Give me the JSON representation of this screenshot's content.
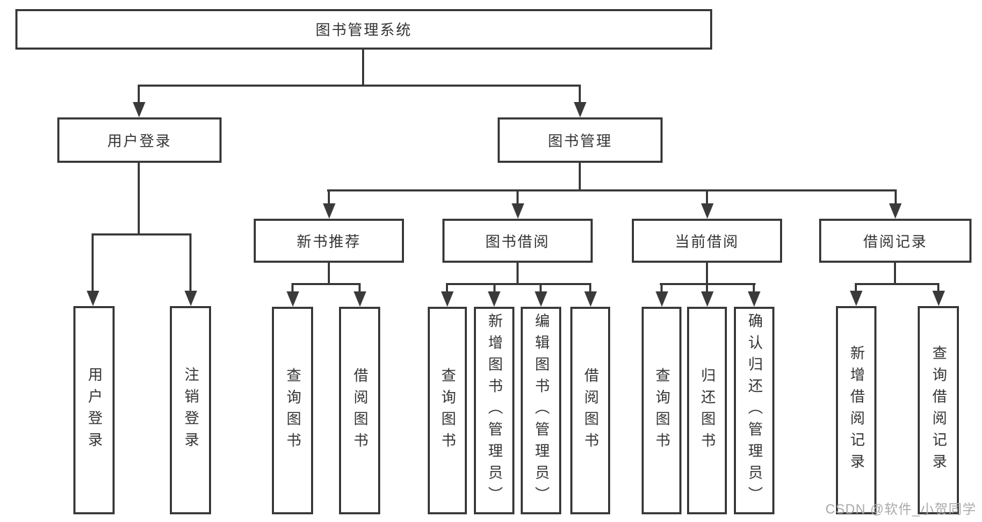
{
  "tree": {
    "root": "图书管理系统",
    "branches": [
      {
        "label": "用户登录",
        "leaves": [
          "用户登录",
          "注销登录"
        ]
      },
      {
        "label": "图书管理",
        "groups": [
          {
            "label": "新书推荐",
            "leaves": [
              "查询图书",
              "借阅图书"
            ]
          },
          {
            "label": "图书借阅",
            "leaves": [
              "查询图书",
              "新增图书（管理员）",
              "编辑图书（管理员）",
              "借阅图书"
            ]
          },
          {
            "label": "当前借阅",
            "leaves": [
              "查询图书",
              "归还图书",
              "确认归还（管理员）"
            ]
          },
          {
            "label": "借阅记录",
            "leaves": [
              "新增借阅记录",
              "查询借阅记录"
            ]
          }
        ]
      }
    ]
  },
  "watermark": "CSDN @软件_小贺同学",
  "colors": {
    "line": "#3a3a3a",
    "text": "#333333",
    "watermark": "#a9a9a9",
    "background": "#ffffff"
  }
}
